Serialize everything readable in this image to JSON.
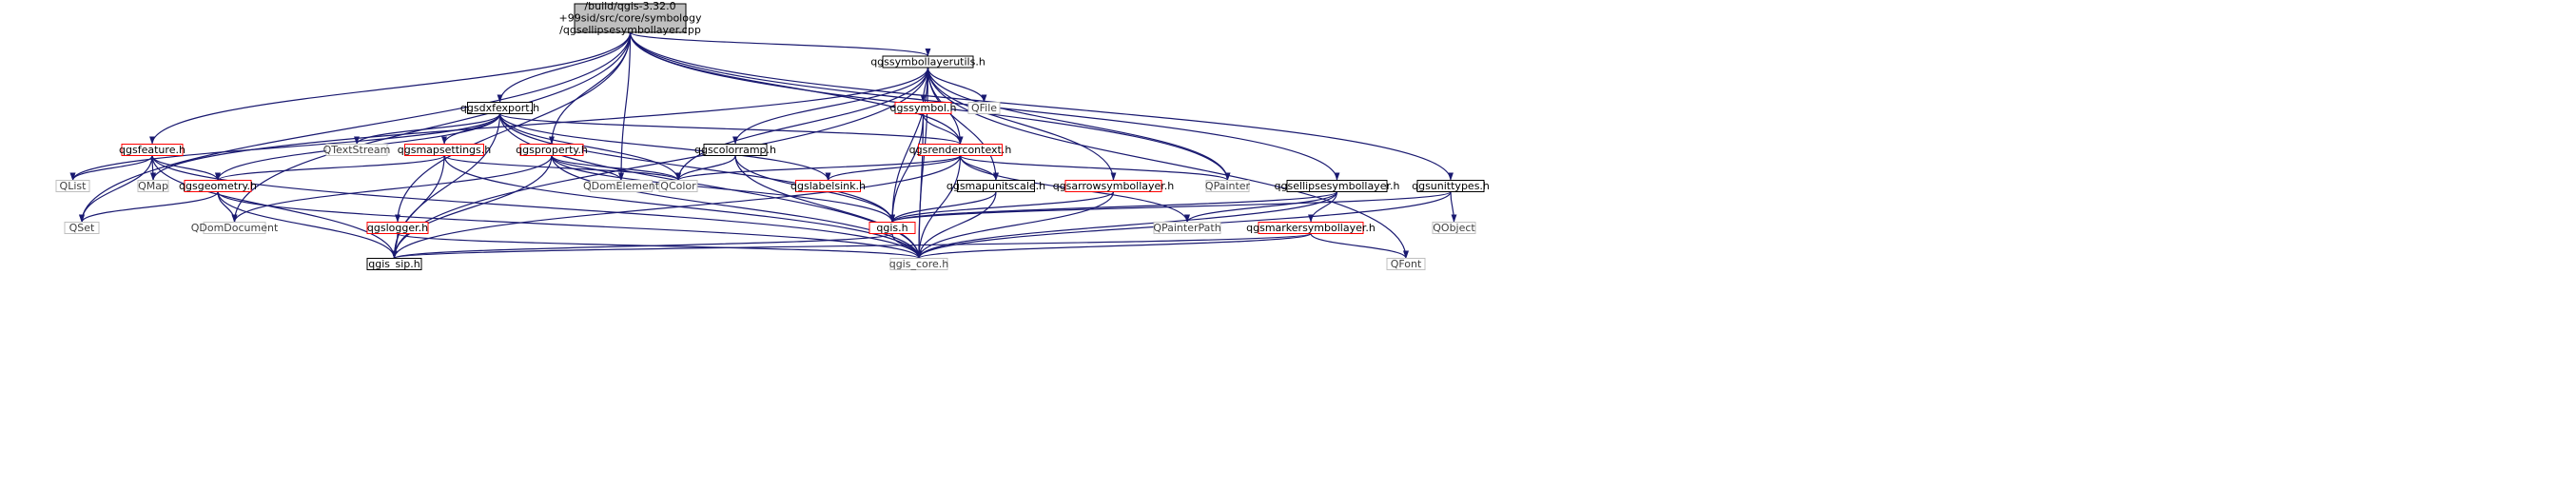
{
  "colors": {
    "edge": "#191970",
    "root_fill": "#bfbfbf",
    "root_border": "#000000",
    "documented_border": "#000000",
    "undocumented_border": "#ff0000",
    "external_border": "#bfbfbf",
    "external_text": "#404040",
    "text": "#000000"
  },
  "nodes": [
    {
      "id": "root",
      "label": "/build/qgis-3.32.0\n+99sid/src/core/symbology\n/qgsellipsesymbollayer.cpp",
      "kind": "root"
    },
    {
      "id": "qgssymbollayerutils",
      "label": "qgssymbollayerutils.h",
      "kind": "documented"
    },
    {
      "id": "qgsdxfexport",
      "label": "qgsdxfexport.h",
      "kind": "documented"
    },
    {
      "id": "qgssymbol",
      "label": "qgssymbol.h",
      "kind": "undocumented"
    },
    {
      "id": "qfile",
      "label": "QFile",
      "kind": "external"
    },
    {
      "id": "qgsfeature",
      "label": "qgsfeature.h",
      "kind": "undocumented"
    },
    {
      "id": "qtextstream",
      "label": "QTextStream",
      "kind": "external"
    },
    {
      "id": "qgsmapsettings",
      "label": "qgsmapsettings.h",
      "kind": "undocumented"
    },
    {
      "id": "qgsproperty",
      "label": "qgsproperty.h",
      "kind": "undocumented"
    },
    {
      "id": "qgscolorramp",
      "label": "qgscolorramp.h",
      "kind": "documented"
    },
    {
      "id": "qgsrendercontext",
      "label": "qgsrendercontext.h",
      "kind": "undocumented"
    },
    {
      "id": "qlist",
      "label": "QList",
      "kind": "external"
    },
    {
      "id": "qmap",
      "label": "QMap",
      "kind": "external"
    },
    {
      "id": "qgsgeometry",
      "label": "qgsgeometry.h",
      "kind": "undocumented"
    },
    {
      "id": "qdomelement",
      "label": "QDomElement",
      "kind": "external"
    },
    {
      "id": "qcolor",
      "label": "QColor",
      "kind": "external"
    },
    {
      "id": "qgslabelsink",
      "label": "qgslabelsink.h",
      "kind": "undocumented"
    },
    {
      "id": "qgsmapunitscale",
      "label": "qgsmapunitscale.h",
      "kind": "documented"
    },
    {
      "id": "qgsarrowsymbollayer",
      "label": "qgsarrowsymbollayer.h",
      "kind": "undocumented"
    },
    {
      "id": "qpainter",
      "label": "QPainter",
      "kind": "external"
    },
    {
      "id": "qgsellipsesymbollayer",
      "label": "qgsellipsesymbollayer.h",
      "kind": "documented"
    },
    {
      "id": "qgsunittypes",
      "label": "qgsunittypes.h",
      "kind": "documented"
    },
    {
      "id": "qset",
      "label": "QSet",
      "kind": "external"
    },
    {
      "id": "qdomdocument",
      "label": "QDomDocument",
      "kind": "external"
    },
    {
      "id": "qgslogger",
      "label": "qgslogger.h",
      "kind": "undocumented"
    },
    {
      "id": "qgis",
      "label": "qgis.h",
      "kind": "undocumented"
    },
    {
      "id": "qpainterpath",
      "label": "QPainterPath",
      "kind": "external"
    },
    {
      "id": "qgsmarkersymbollayer",
      "label": "qgsmarkersymbollayer.h",
      "kind": "undocumented"
    },
    {
      "id": "qobject",
      "label": "QObject",
      "kind": "external"
    },
    {
      "id": "qgis_sip",
      "label": "qgis_sip.h",
      "kind": "documented"
    },
    {
      "id": "qgis_core",
      "label": "qgis_core.h",
      "kind": "external"
    },
    {
      "id": "qfont",
      "label": "QFont",
      "kind": "external"
    }
  ],
  "edges": [
    [
      "root",
      "qgssymbollayerutils"
    ],
    [
      "root",
      "qgsdxfexport"
    ],
    [
      "root",
      "qgsfeature"
    ],
    [
      "root",
      "qgsproperty"
    ],
    [
      "root",
      "qdomelement"
    ],
    [
      "root",
      "qgsrendercontext"
    ],
    [
      "root",
      "qpainter"
    ],
    [
      "root",
      "qgsellipsesymbollayer"
    ],
    [
      "root",
      "qgsunittypes"
    ],
    [
      "root",
      "qset"
    ],
    [
      "root",
      "qdomdocument"
    ],
    [
      "root",
      "qgslogger"
    ],
    [
      "qgssymbollayerutils",
      "qgssymbol"
    ],
    [
      "qgssymbollayerutils",
      "qfile"
    ],
    [
      "qgssymbollayerutils",
      "qgscolorramp"
    ],
    [
      "qgssymbollayerutils",
      "qgsrendercontext"
    ],
    [
      "qgssymbollayerutils",
      "qmap"
    ],
    [
      "qgssymbollayerutils",
      "qcolor"
    ],
    [
      "qgssymbollayerutils",
      "qgsmapunitscale"
    ],
    [
      "qgssymbollayerutils",
      "qgsarrowsymbollayer"
    ],
    [
      "qgssymbollayerutils",
      "qpainter"
    ],
    [
      "qgssymbollayerutils",
      "qgis"
    ],
    [
      "qgssymbollayerutils",
      "qgis_sip"
    ],
    [
      "qgssymbollayerutils",
      "qgis_core"
    ],
    [
      "qgssymbollayerutils",
      "qfont"
    ],
    [
      "qgsdxfexport",
      "qtextstream"
    ],
    [
      "qgsdxfexport",
      "qgsmapsettings"
    ],
    [
      "qgsdxfexport",
      "qgsrendercontext"
    ],
    [
      "qgsdxfexport",
      "qlist"
    ],
    [
      "qgsdxfexport",
      "qgsgeometry"
    ],
    [
      "qgsdxfexport",
      "qcolor"
    ],
    [
      "qgsdxfexport",
      "qgslabelsink"
    ],
    [
      "qgsdxfexport",
      "qgis"
    ],
    [
      "qgsdxfexport",
      "qgis_sip"
    ],
    [
      "qgsdxfexport",
      "qgis_core"
    ],
    [
      "qgssymbol",
      "qgsrendercontext"
    ],
    [
      "qgssymbol",
      "qgis"
    ],
    [
      "qgssymbol",
      "qgis_core"
    ],
    [
      "qgsfeature",
      "qlist"
    ],
    [
      "qgsfeature",
      "qmap"
    ],
    [
      "qgsfeature",
      "qgsgeometry"
    ],
    [
      "qgsfeature",
      "qset"
    ],
    [
      "qgsfeature",
      "qgis_sip"
    ],
    [
      "qgsfeature",
      "qgis_core"
    ],
    [
      "qgsmapsettings",
      "qgsgeometry"
    ],
    [
      "qgsmapsettings",
      "qcolor"
    ],
    [
      "qgsmapsettings",
      "qgis_sip"
    ],
    [
      "qgsmapsettings",
      "qgis_core"
    ],
    [
      "qgsproperty",
      "qdomelement"
    ],
    [
      "qgsproperty",
      "qcolor"
    ],
    [
      "qgsproperty",
      "qdomdocument"
    ],
    [
      "qgsproperty",
      "qgis"
    ],
    [
      "qgsproperty",
      "qgis_sip"
    ],
    [
      "qgsproperty",
      "qgis_core"
    ],
    [
      "qgscolorramp",
      "qcolor"
    ],
    [
      "qgscolorramp",
      "qgis"
    ],
    [
      "qgscolorramp",
      "qgis_core"
    ],
    [
      "qgsrendercontext",
      "qcolor"
    ],
    [
      "qgsrendercontext",
      "qgslabelsink"
    ],
    [
      "qgsrendercontext",
      "qgsmapunitscale"
    ],
    [
      "qgsrendercontext",
      "qpainter"
    ],
    [
      "qgsrendercontext",
      "qpainterpath"
    ],
    [
      "qgsrendercontext",
      "qgis_sip"
    ],
    [
      "qgsrendercontext",
      "qgis_core"
    ],
    [
      "qgsgeometry",
      "qset"
    ],
    [
      "qgsgeometry",
      "qdomdocument"
    ],
    [
      "qgsgeometry",
      "qgis_sip"
    ],
    [
      "qgsgeometry",
      "qgis_core"
    ],
    [
      "qgsmapunitscale",
      "qgis"
    ],
    [
      "qgsmapunitscale",
      "qgis_core"
    ],
    [
      "qgsarrowsymbollayer",
      "qgis"
    ],
    [
      "qgsarrowsymbollayer",
      "qgis_core"
    ],
    [
      "qgsellipsesymbollayer",
      "qgis"
    ],
    [
      "qgsellipsesymbollayer",
      "qpainterpath"
    ],
    [
      "qgsellipsesymbollayer",
      "qgsmarkersymbollayer"
    ],
    [
      "qgsellipsesymbollayer",
      "qgis_core"
    ],
    [
      "qgsunittypes",
      "qobject"
    ],
    [
      "qgsunittypes",
      "qgis"
    ],
    [
      "qgsunittypes",
      "qgis_core"
    ],
    [
      "qgslogger",
      "qgis_sip"
    ],
    [
      "qgslogger",
      "qgis_core"
    ],
    [
      "qgis",
      "qgis_sip"
    ],
    [
      "qgis",
      "qgis_core"
    ],
    [
      "qgsmarkersymbollayer",
      "qgis_sip"
    ],
    [
      "qgsmarkersymbollayer",
      "qgis_core"
    ],
    [
      "qgsmarkersymbollayer",
      "qfont"
    ]
  ]
}
